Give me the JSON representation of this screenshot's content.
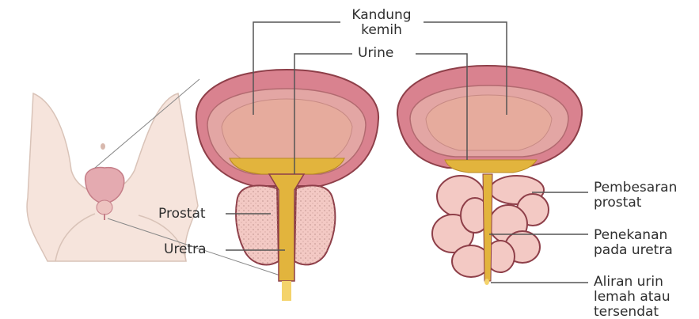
{
  "labels": {
    "bladder": [
      "Kandung",
      "kemih"
    ],
    "urine": "Urine",
    "prostate": "Prostat",
    "urethra": "Uretra",
    "enlarged_prostate": [
      "Pembesaran",
      "prostat"
    ],
    "urethra_pressure": [
      "Penekanan",
      "pada uretra"
    ],
    "weak_flow": [
      "Aliran urin",
      "lemah atau",
      "tersendat"
    ]
  },
  "colors": {
    "bladder_wall": "#d9828f",
    "bladder_inner": "#e9a99d",
    "urine": "#e2b43d",
    "prostate": "#f3c9c4",
    "skin": "#f6e4dc",
    "line": "#555555"
  }
}
